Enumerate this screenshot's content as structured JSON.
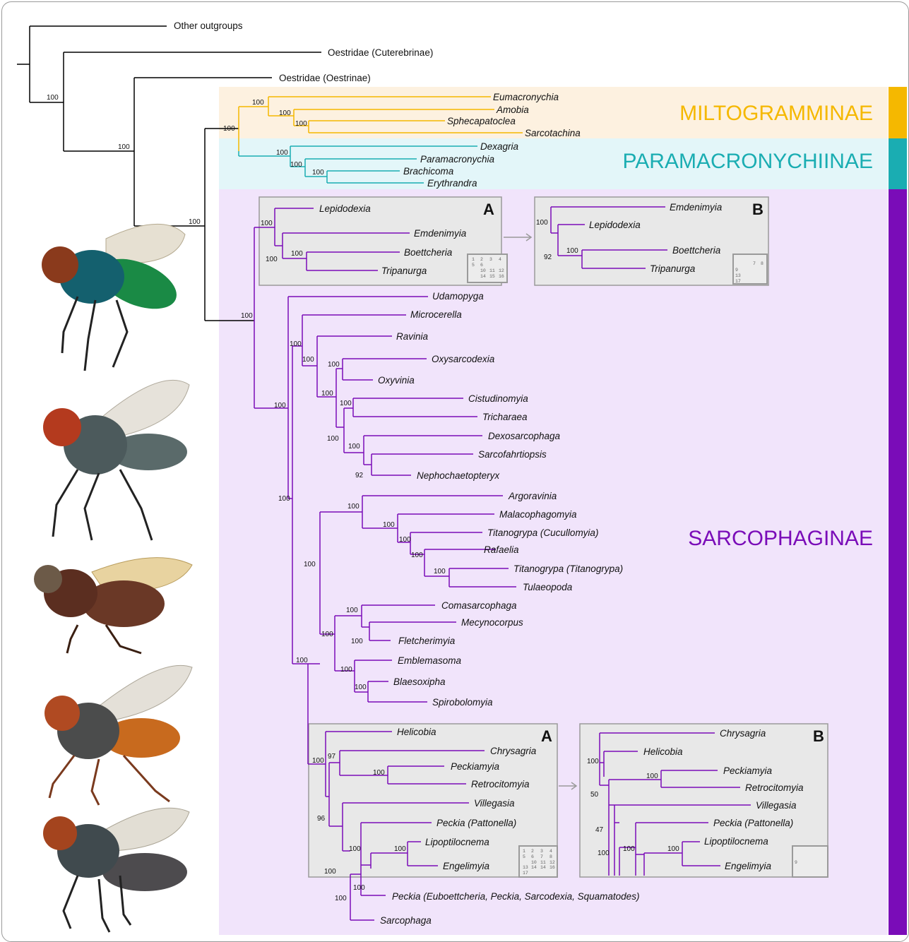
{
  "colors": {
    "outgroup": "#000000",
    "miltogramminae": "#f5b800",
    "paramacronychiinae": "#1aadb2",
    "sarcophaginae": "#7a0cb8"
  },
  "subfamilies": {
    "miltogramminae": "MILTOGRAMMINAE",
    "paramacronychiinae": "PARAMACRONYCHIINAE",
    "sarcophaginae": "SARCOPHAGINAE"
  },
  "inset_labels": {
    "a": "A",
    "b": "B"
  },
  "outgroups": [
    "Other outgroups",
    "Oestridae (Cuterebrinae)",
    "Oestridae (Oestrinae)"
  ],
  "taxa": {
    "miltogramminae": [
      "Eumacronychia",
      "Amobia",
      "Sphecapatoclea",
      "Sarcotachina"
    ],
    "paramacronychiinae": [
      "Dexagria",
      "Paramacronychia",
      "Brachicoma",
      "Erythrandra"
    ],
    "sarcophaginae": [
      "Udamopyga",
      "Microcerella",
      "Ravinia",
      "Oxysarcodexia",
      "Oxyvinia",
      "Cistudinomyia",
      "Tricharaea",
      "Dexosarcophaga",
      "Sarcofahrtiopsis",
      "Nephochaetopteryx",
      "Argoravinia",
      "Malacophagomyia",
      "Titanogrypa (Cucullomyia)",
      "Rafaelia",
      "Titanogrypa (Titanogrypa)",
      "Tulaeopoda",
      "Comasarcophaga",
      "Mecynocorpus",
      "Fletcherimyia",
      "Emblemasoma",
      "Blaesoxipha",
      "Spirobolomyia",
      "Peckia (Euboettcheria, Peckia, Sarcodexia, Squamatodes)",
      "Sarcophaga"
    ]
  },
  "inset_top_a": [
    "Lepidodexia",
    "Emdenimyia",
    "Boettcheria",
    "Tripanurga"
  ],
  "inset_top_b": [
    "Emdenimyia",
    "Lepidodexia",
    "Boettcheria",
    "Tripanurga"
  ],
  "inset_bot_a": [
    "Helicobia",
    "Chrysagria",
    "Peckiamyia",
    "Retrocitomyia",
    "Villegasia",
    "Peckia (Pattonella)",
    "Lipoptilocnema",
    "Engelimyia"
  ],
  "inset_bot_b": [
    "Chrysagria",
    "Helicobia",
    "Peckiamyia",
    "Retrocitomyia",
    "Villegasia",
    "Peckia (Pattonella)",
    "Lipoptilocnema",
    "Engelimyia"
  ],
  "support": {
    "s100": "100",
    "s97": "97",
    "s96": "96",
    "s92": "92",
    "s50": "50",
    "s47": "47"
  },
  "partition_grid_top_a": [
    "1",
    "2",
    "3",
    "4",
    "5",
    "6",
    "10",
    "11",
    "12",
    "14",
    "15",
    "16"
  ],
  "partition_grid_top_b": [
    "7",
    "8",
    "9",
    "13",
    "17"
  ],
  "partition_grid_bot_a": [
    "1",
    "2",
    "3",
    "4",
    "5",
    "6",
    "7",
    "8",
    "10",
    "11",
    "12",
    "13",
    "14",
    "14",
    "16",
    "17"
  ],
  "partition_grid_bot_b": [
    "9"
  ]
}
